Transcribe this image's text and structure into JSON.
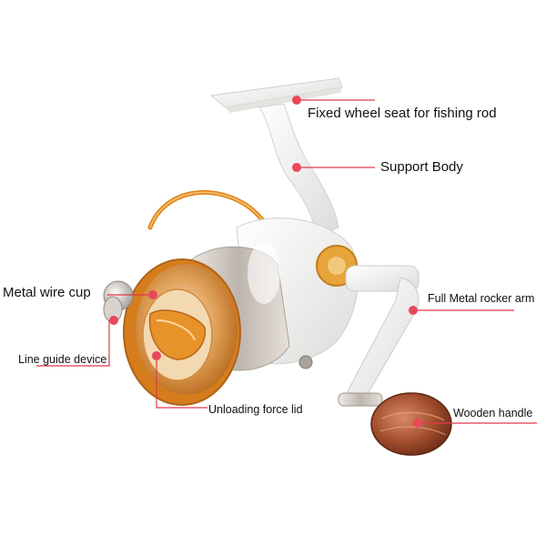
{
  "labels": {
    "fixed_seat": "Fixed wheel seat for fishing rod",
    "support_body": "Support Body",
    "metal_cup": "Metal wire cup",
    "rocker_arm": "Full Metal rocker arm",
    "line_guide": "Line guide device",
    "unloading_lid": "Unloading force lid",
    "wooden_handle": "Wooden handle"
  },
  "colors": {
    "callout_line": "#e0394a",
    "callout_dot": "#e8485a",
    "body_white": "#f4f4f2",
    "gold": "#e28a1e",
    "silver": "#c9c3bc",
    "wood": "#9b4a2c"
  }
}
